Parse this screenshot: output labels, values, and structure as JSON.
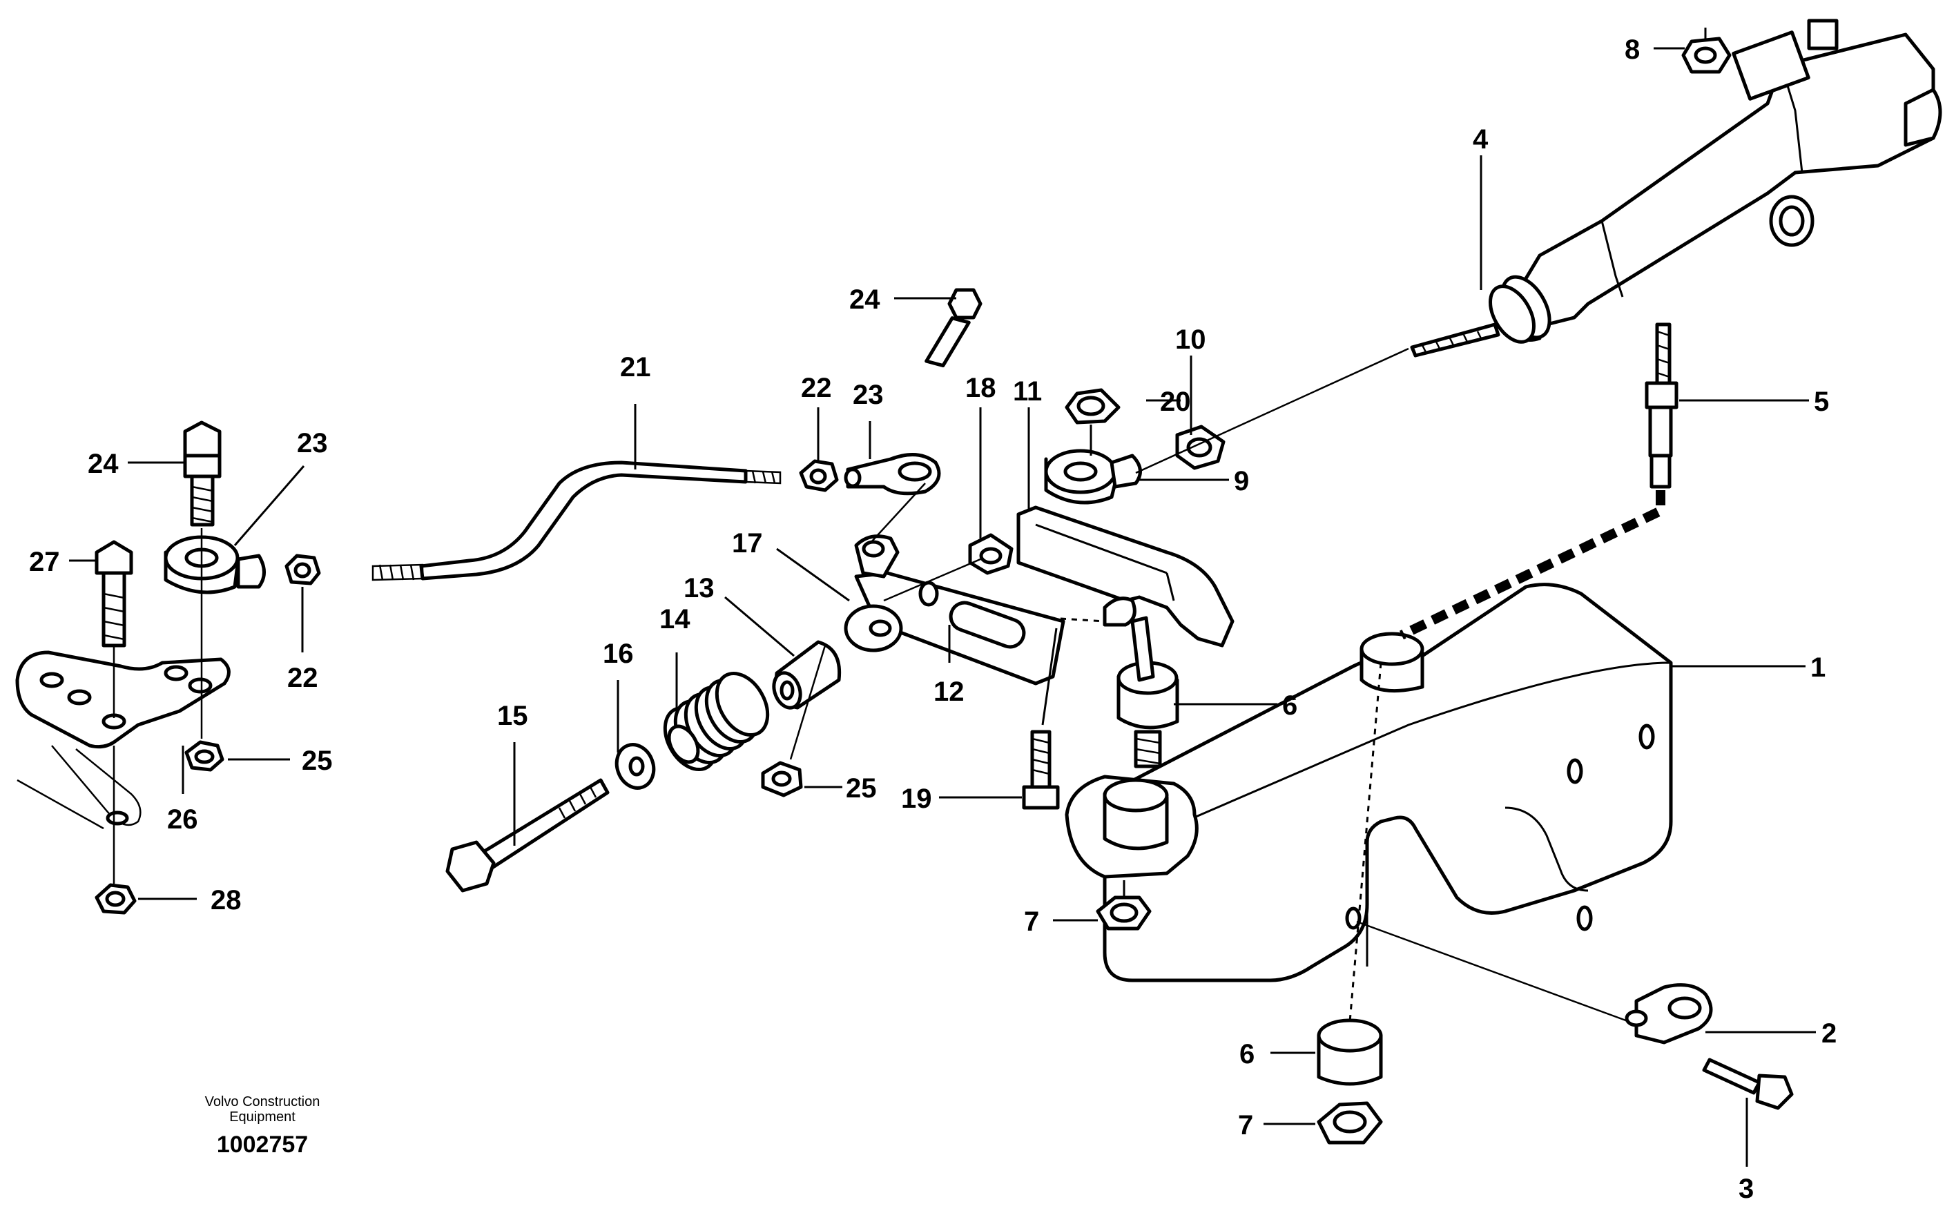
{
  "labels": {
    "l1": "1",
    "l2": "2",
    "l3": "3",
    "l4": "4",
    "l5": "5",
    "l6a": "6",
    "l6b": "6",
    "l7a": "7",
    "l7b": "7",
    "l8": "8",
    "l9": "9",
    "l10": "10",
    "l11": "11",
    "l12": "12",
    "l13": "13",
    "l14": "14",
    "l15": "15",
    "l16": "16",
    "l17": "17",
    "l18": "18",
    "l19": "19",
    "l20": "20",
    "l21": "21",
    "l22a": "22",
    "l22b": "22",
    "l23a": "23",
    "l23b": "23",
    "l24a": "24",
    "l24b": "24",
    "l25a": "25",
    "l25b": "25",
    "l26": "26",
    "l27": "27",
    "l28": "28"
  },
  "footer": {
    "brand_line1": "Volvo Construction",
    "brand_line2": "Equipment",
    "drawing_number": "1002757"
  }
}
